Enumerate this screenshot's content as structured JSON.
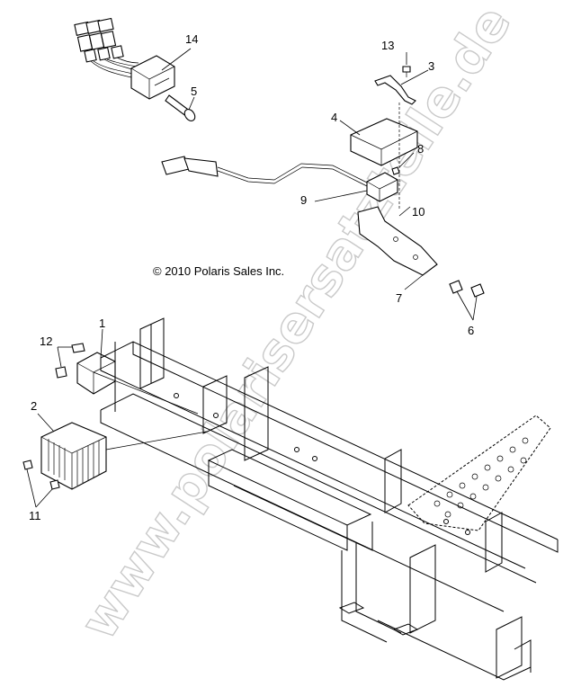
{
  "copyright": "© 2010 Polaris Sales Inc.",
  "watermark": "www.polarisersatzteile.de",
  "callouts": {
    "p1": "1",
    "p2": "2",
    "p3": "3",
    "p4": "4",
    "p5": "5",
    "p6": "6",
    "p7": "7",
    "p8": "8",
    "p9": "9",
    "p10": "10",
    "p11": "11",
    "p12": "12",
    "p13": "13",
    "p14": "14"
  }
}
